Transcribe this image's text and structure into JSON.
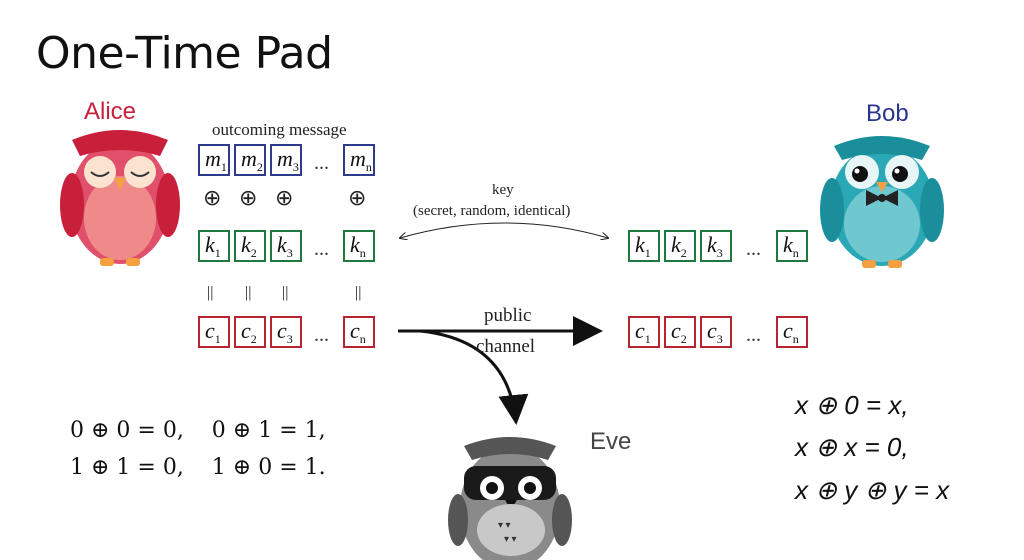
{
  "slide": {
    "title": "One-Time Pad"
  },
  "parties": {
    "alice": "Alice",
    "bob": "Bob",
    "eve": "Eve"
  },
  "message_label": "outcoming message",
  "key_label": {
    "line1": "key",
    "line2": "(secret, random, identical)"
  },
  "channel_label": {
    "line1": "public",
    "line2": "channel"
  },
  "rows": {
    "message": {
      "symbol": "m",
      "subs": [
        "1",
        "2",
        "3",
        "n"
      ],
      "color": "#2e3a8c"
    },
    "key": {
      "symbol": "k",
      "subs": [
        "1",
        "2",
        "3",
        "n"
      ],
      "color": "#1e7a3c"
    },
    "cipher": {
      "symbol": "c",
      "subs": [
        "1",
        "2",
        "3",
        "n"
      ],
      "color": "#b52430"
    }
  },
  "ellipsis": "...",
  "xor_symbol": "⊕",
  "equals_bars": "||",
  "xor_table": {
    "line1": "0 ⊕ 0 = 0,    0 ⊕ 1 = 1,",
    "line2": "1 ⊕ 1 = 0,    1 ⊕ 0 = 1."
  },
  "properties": {
    "line1": "x ⊕ 0 = x,",
    "line2": "x ⊕ x = 0,",
    "line3": "x ⊕ y ⊕ y = x"
  },
  "colors": {
    "alice": "#c8203a",
    "bob": "#2a3590",
    "eve": "#444444"
  }
}
